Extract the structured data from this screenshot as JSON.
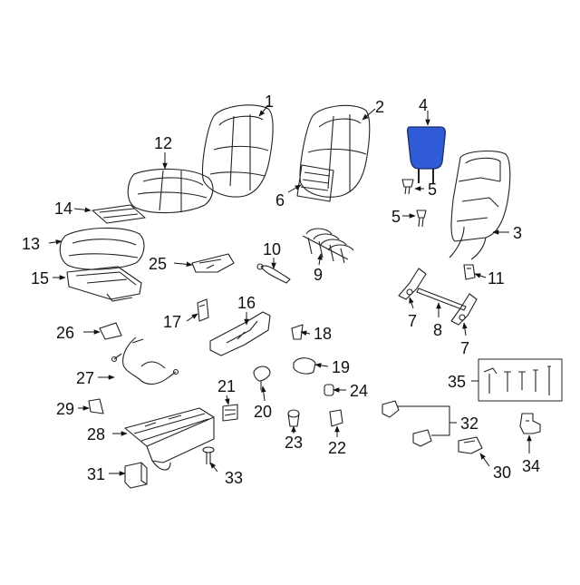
{
  "highlight_color": "#2f5bd6",
  "callouts": [
    {
      "id": "c1",
      "label": "1"
    },
    {
      "id": "c2",
      "label": "2"
    },
    {
      "id": "c3",
      "label": "3"
    },
    {
      "id": "c4",
      "label": "4"
    },
    {
      "id": "c5a",
      "label": "5"
    },
    {
      "id": "c5b",
      "label": "5"
    },
    {
      "id": "c6",
      "label": "6"
    },
    {
      "id": "c7a",
      "label": "7"
    },
    {
      "id": "c7b",
      "label": "7"
    },
    {
      "id": "c8",
      "label": "8"
    },
    {
      "id": "c9",
      "label": "9"
    },
    {
      "id": "c10",
      "label": "10"
    },
    {
      "id": "c11",
      "label": "11"
    },
    {
      "id": "c12",
      "label": "12"
    },
    {
      "id": "c13",
      "label": "13"
    },
    {
      "id": "c14",
      "label": "14"
    },
    {
      "id": "c15",
      "label": "15"
    },
    {
      "id": "c16",
      "label": "16"
    },
    {
      "id": "c17",
      "label": "17"
    },
    {
      "id": "c18",
      "label": "18"
    },
    {
      "id": "c19",
      "label": "19"
    },
    {
      "id": "c20",
      "label": "20"
    },
    {
      "id": "c21",
      "label": "21"
    },
    {
      "id": "c22",
      "label": "22"
    },
    {
      "id": "c23",
      "label": "23"
    },
    {
      "id": "c24",
      "label": "24"
    },
    {
      "id": "c25",
      "label": "25"
    },
    {
      "id": "c26",
      "label": "26"
    },
    {
      "id": "c27",
      "label": "27"
    },
    {
      "id": "c28",
      "label": "28"
    },
    {
      "id": "c29",
      "label": "29"
    },
    {
      "id": "c30",
      "label": "30"
    },
    {
      "id": "c31",
      "label": "31"
    },
    {
      "id": "c32",
      "label": "32"
    },
    {
      "id": "c33",
      "label": "33"
    },
    {
      "id": "c34",
      "label": "34"
    },
    {
      "id": "c35",
      "label": "35"
    }
  ]
}
